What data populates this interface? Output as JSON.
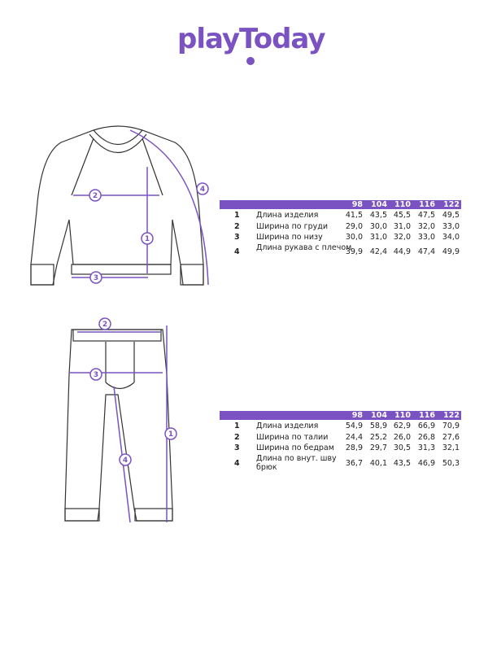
{
  "logo": {
    "text": "playToday"
  },
  "accent": "#7b52c1",
  "sweater_table": {
    "sizes": [
      "98",
      "104",
      "110",
      "116",
      "122"
    ],
    "rows": [
      {
        "num": "1",
        "label": "Длина изделия",
        "values": [
          "41,5",
          "43,5",
          "45,5",
          "47,5",
          "49,5"
        ]
      },
      {
        "num": "2",
        "label": "Ширина по груди",
        "values": [
          "29,0",
          "30,0",
          "31,0",
          "32,0",
          "33,0"
        ]
      },
      {
        "num": "3",
        "label": "Ширина по низу",
        "values": [
          "30,0",
          "31,0",
          "32,0",
          "33,0",
          "34,0"
        ]
      },
      {
        "num": "4",
        "label": "Длина рукава с плечом",
        "values": [
          "39,9",
          "42,4",
          "44,9",
          "47,4",
          "49,9"
        ]
      }
    ]
  },
  "pants_table": {
    "sizes": [
      "98",
      "104",
      "110",
      "116",
      "122"
    ],
    "rows": [
      {
        "num": "1",
        "label": "Длина изделия",
        "values": [
          "54,9",
          "58,9",
          "62,9",
          "66,9",
          "70,9"
        ]
      },
      {
        "num": "2",
        "label": "Ширина по талии",
        "values": [
          "24,4",
          "25,2",
          "26,0",
          "26,8",
          "27,6"
        ]
      },
      {
        "num": "3",
        "label": "Ширина по бедрам",
        "values": [
          "28,9",
          "29,7",
          "30,5",
          "31,3",
          "32,1"
        ]
      },
      {
        "num": "4",
        "label": "Длина по внут. шву брюк",
        "values": [
          "36,7",
          "40,1",
          "43,5",
          "46,9",
          "50,3"
        ]
      }
    ]
  },
  "markers": {
    "sweater": [
      "1",
      "2",
      "3",
      "4"
    ],
    "pants": [
      "1",
      "2",
      "3",
      "4"
    ]
  }
}
